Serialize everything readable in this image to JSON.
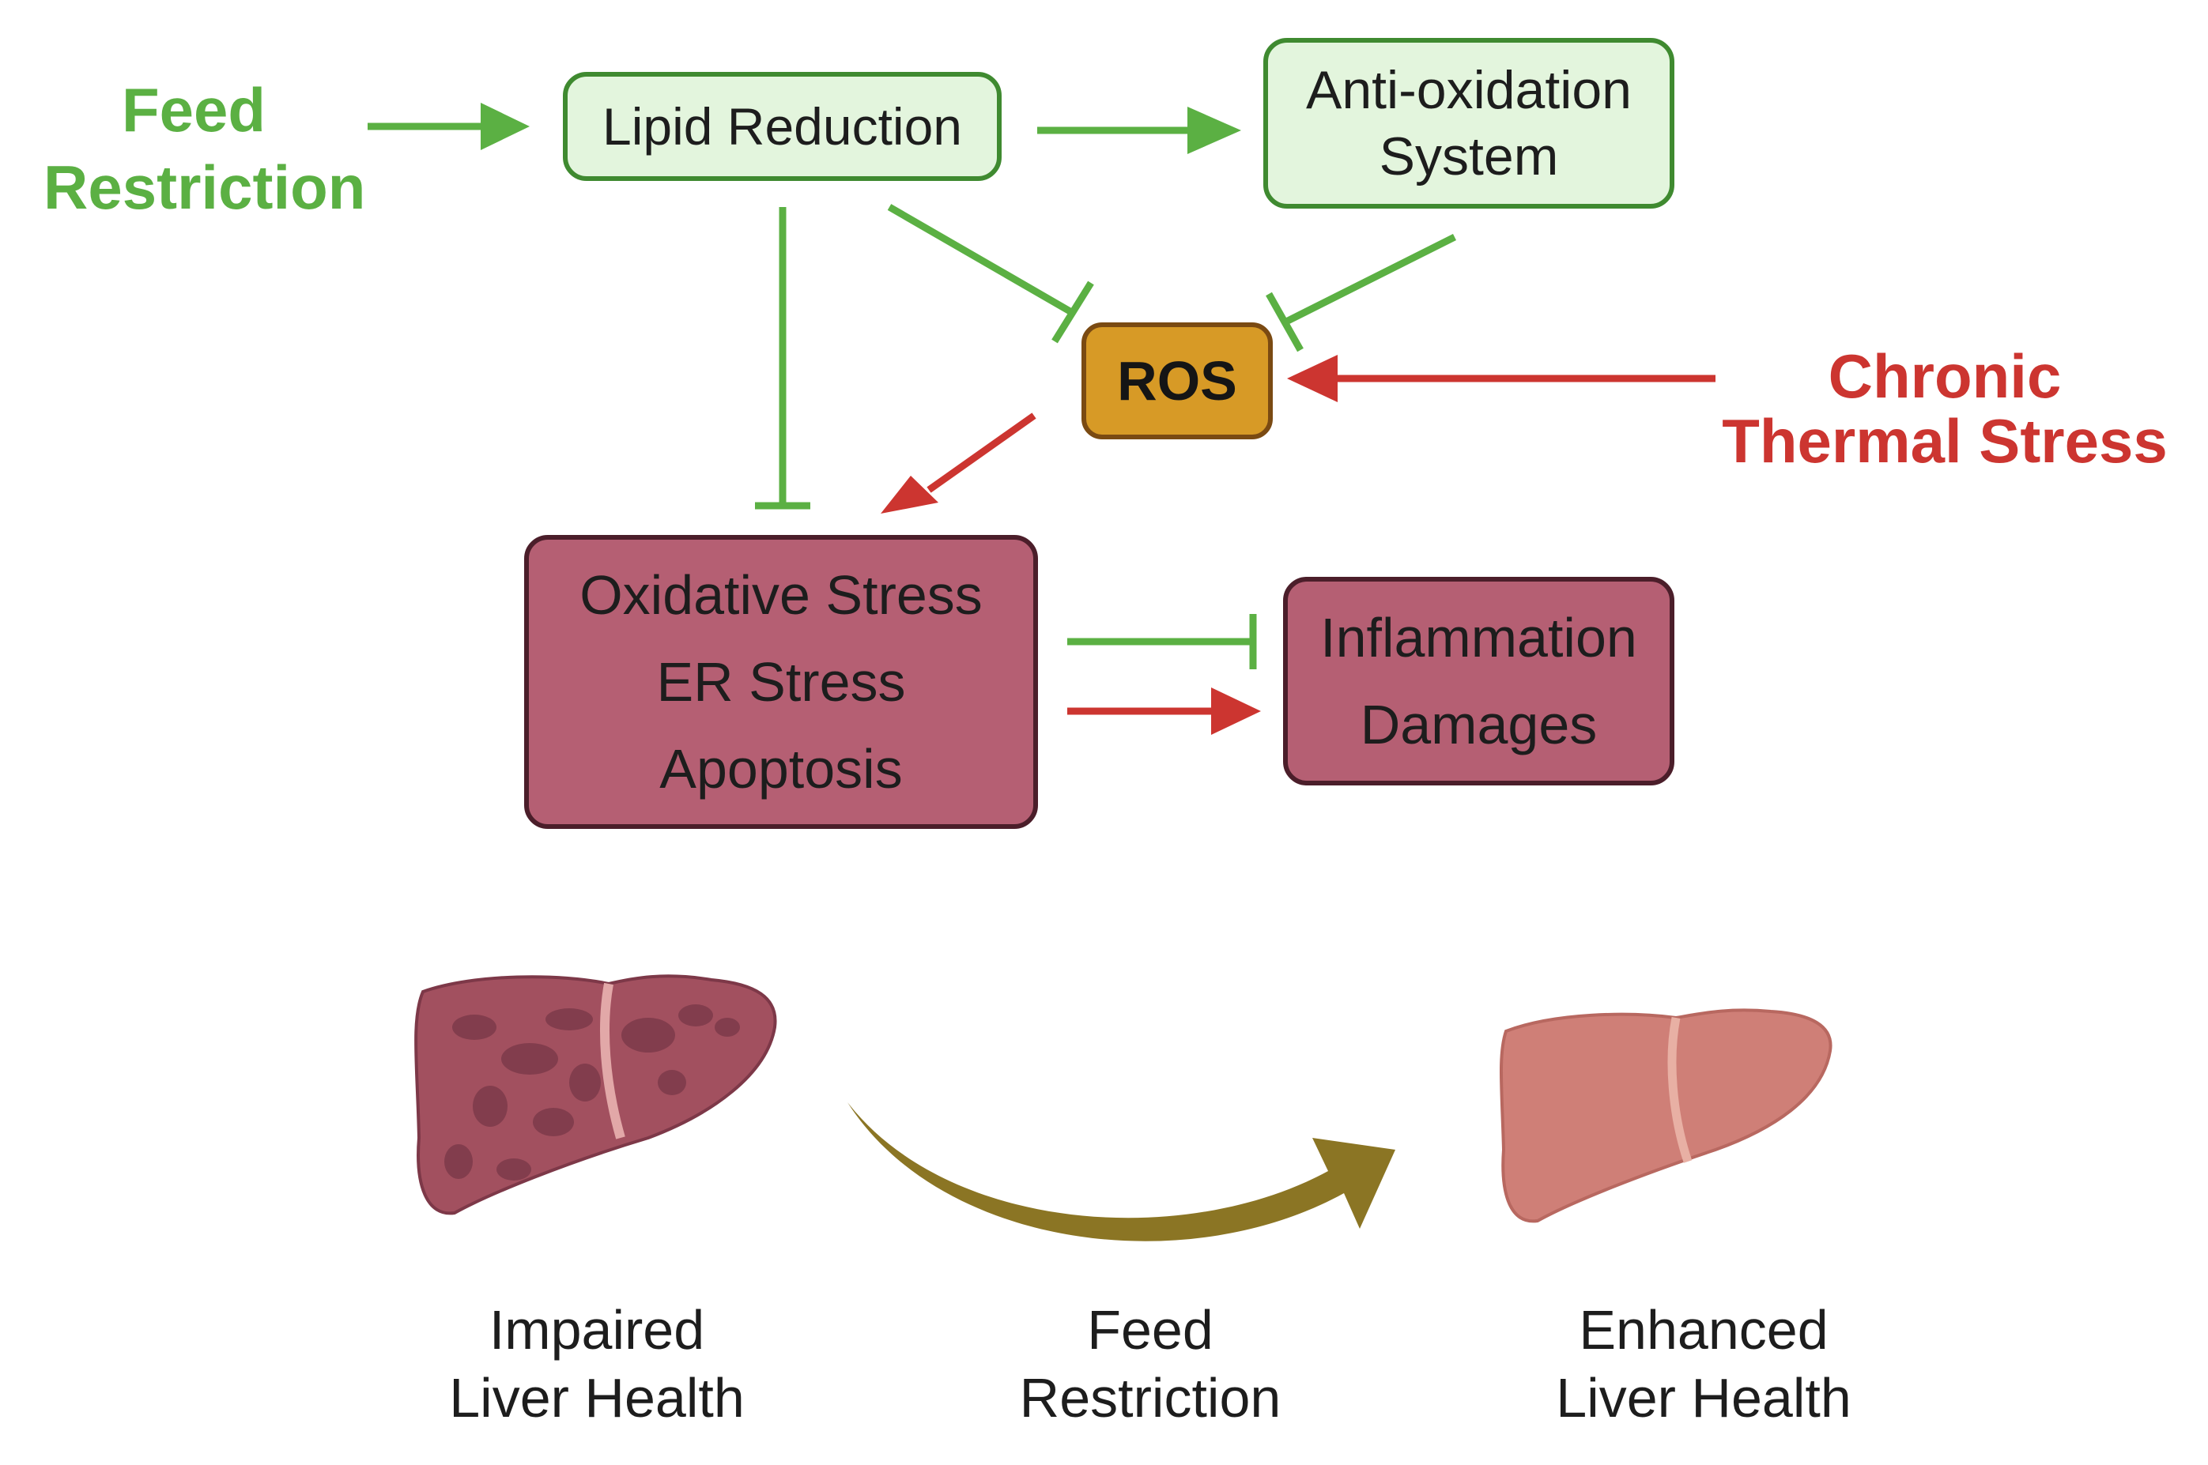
{
  "inputs": {
    "feed_restriction": [
      "Feed",
      "Restriction"
    ],
    "chronic_thermal_stress": [
      "Chronic",
      "Thermal Stress"
    ]
  },
  "nodes": {
    "lipid_reduction": "Lipid Reduction",
    "anti_oxidation": [
      "Anti-oxidation",
      "System"
    ],
    "ros": "ROS",
    "stress_box": [
      "Oxidative Stress",
      "ER Stress",
      "Apoptosis"
    ],
    "inflammation_box": [
      "Inflammation",
      "Damages"
    ]
  },
  "bottom": {
    "impaired": [
      "Impaired",
      "Liver Health"
    ],
    "feed_restriction": [
      "Feed",
      "Restriction"
    ],
    "enhanced": [
      "Enhanced",
      "Liver Health"
    ]
  },
  "colors": {
    "promote_green": "#5bb043",
    "promote_red": "#cc3530",
    "transition_arrow": "#8b7524",
    "liver_impaired": "#a2505f",
    "liver_enhanced": "#cf7f77"
  },
  "edges": [
    {
      "from": "feed_restriction",
      "to": "lipid_reduction",
      "type": "activates",
      "color": "green"
    },
    {
      "from": "lipid_reduction",
      "to": "anti_oxidation",
      "type": "activates",
      "color": "green"
    },
    {
      "from": "lipid_reduction",
      "to": "ros",
      "type": "inhibits",
      "color": "green"
    },
    {
      "from": "anti_oxidation",
      "to": "ros",
      "type": "inhibits",
      "color": "green"
    },
    {
      "from": "lipid_reduction",
      "to": "stress_box",
      "type": "inhibits",
      "color": "green"
    },
    {
      "from": "chronic_thermal_stress",
      "to": "ros",
      "type": "activates",
      "color": "red"
    },
    {
      "from": "ros",
      "to": "stress_box",
      "type": "activates",
      "color": "red"
    },
    {
      "from": "stress_box",
      "to": "inflammation_box",
      "type": "inhibits",
      "color": "green"
    },
    {
      "from": "stress_box",
      "to": "inflammation_box",
      "type": "activates",
      "color": "red"
    },
    {
      "from": "impaired",
      "to": "enhanced",
      "type": "transition",
      "color": "olive"
    }
  ]
}
